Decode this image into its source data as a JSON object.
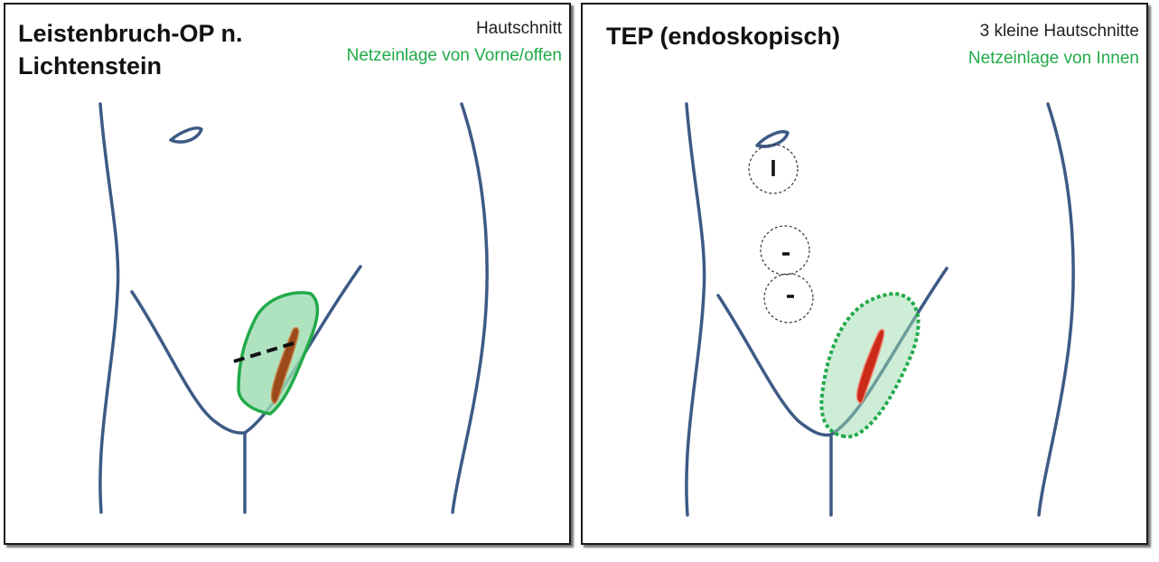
{
  "panels": [
    {
      "title_line1": "Leistenbruch-OP n.",
      "title_line2": "Lichtenstein",
      "legend_incision": "Hautschnitt",
      "legend_mesh": "Netzeinlage von Vorne/offen"
    },
    {
      "title_line1": "TEP (endoskopisch)",
      "legend_incision": "3 kleine Hautschnitte",
      "legend_mesh": "Netzeinlage von Innen"
    }
  ],
  "colors": {
    "body_outline": "#3d5a85",
    "mesh_stroke": "#22aa4a",
    "mesh_fill": "#9bdcb0",
    "hernia_open": "#9b4a1c",
    "hernia_tep": "#cc2a18",
    "incision": "#111111",
    "port_circle": "#333333"
  }
}
